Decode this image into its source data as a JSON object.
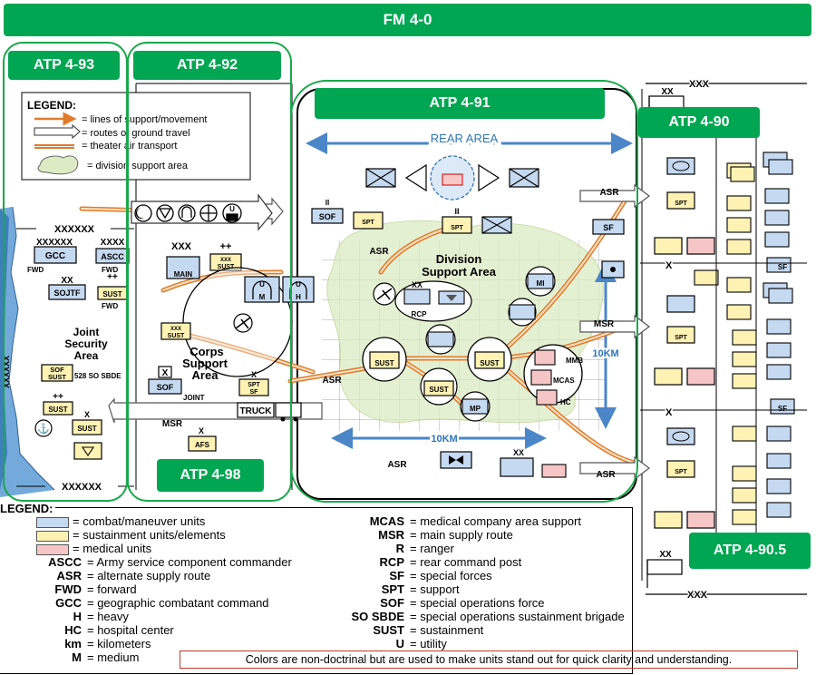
{
  "banners": {
    "fm": "FM 4-0",
    "atp_493": "ATP 4-93",
    "atp_492": "ATP 4-92",
    "atp_491": "ATP 4-91",
    "atp_490": "ATP 4-90",
    "atp_498": "ATP 4-98",
    "atp_4905": "ATP 4-90.5"
  },
  "top_legend": {
    "title": "LEGEND:",
    "items": [
      "= lines of support/movement",
      "= routes of ground travel",
      "= theater air transport",
      "= division support area"
    ]
  },
  "labels": {
    "rear_area": "REAR AREA",
    "division_support_area": [
      "Division",
      "Support Area"
    ],
    "corps_support_area": [
      "Corps",
      "Support",
      "Area"
    ],
    "joint_security_area": [
      "Joint",
      "Security",
      "Area"
    ],
    "ten_km_v": "10KM",
    "ten_km_h": "10KM",
    "truck": "TRUCK",
    "msr": "MSR",
    "asr": "ASR",
    "rcp": "RCP",
    "joint": "JOINT",
    "so_sbde_528": "528 SO SBDE",
    "echelon_xxxxxx": "XXXXXX",
    "echelon_xxxx": "XXXX",
    "echelon_xxx": "XXX",
    "echelon_xx": "XX",
    "echelon_x": "X",
    "echelon_ii": "II",
    "echelon_plus": "++",
    "echelon_vertical": "XXXXXX"
  },
  "units": {
    "gcc": "GCC",
    "ascc": "ASCC",
    "fwd": "FWD",
    "sojtf": "SOJTF",
    "sust": "SUST",
    "sof": "SOF",
    "sof_sust": [
      "SOF",
      "SUST"
    ],
    "main": "MAIN",
    "spt": "SPT",
    "sf": "SF",
    "afs": "AFS",
    "mi": "MI",
    "mp": "MP",
    "mmb": "MMB",
    "mcas": "MCAS",
    "hc": "HC",
    "u": "U",
    "h": "H",
    "m": "M"
  },
  "bottom_legend": {
    "title": "LEGEND:",
    "swatches": [
      {
        "label": "= combat/maneuver units",
        "color": "#c5d9f1"
      },
      {
        "label": "= sustainment units/elements",
        "color": "#fff2b3"
      },
      {
        "label": "= medical units",
        "color": "#f6c6c6"
      }
    ],
    "left_terms": [
      {
        "term": "ASCC",
        "def": "= Army service component commander"
      },
      {
        "term": "ASR",
        "def": "= alternate supply route"
      },
      {
        "term": "FWD",
        "def": "= forward"
      },
      {
        "term": "GCC",
        "def": "= geographic combatant command"
      },
      {
        "term": "H",
        "def": "= heavy"
      },
      {
        "term": "HC",
        "def": "= hospital center"
      },
      {
        "term": "km",
        "def": "= kilometers"
      },
      {
        "term": "M",
        "def": "= medium"
      }
    ],
    "right_terms": [
      {
        "term": "MCAS",
        "def": "= medical company area support"
      },
      {
        "term": "MSR",
        "def": "= main supply route"
      },
      {
        "term": "R",
        "def": "= ranger"
      },
      {
        "term": "RCP",
        "def": "= rear command post"
      },
      {
        "term": "SF",
        "def": "= special forces"
      },
      {
        "term": "SPT",
        "def": "= support"
      },
      {
        "term": "SOF",
        "def": "= special operations force"
      },
      {
        "term": "SO SBDE",
        "def": "= special operations sustainment brigade"
      },
      {
        "term": "SUST",
        "def": "= sustainment"
      },
      {
        "term": "U",
        "def": "= utility"
      }
    ],
    "note": "Colors are non-doctrinal but are used to make units stand out for quick clarity and understanding."
  },
  "colors": {
    "banner_green": "#00a651",
    "zone_green": "#19a84a",
    "orange_line": "#e07b2a",
    "blue_arrow": "#4a86c8",
    "combat": "#c5d9f1",
    "sustainment": "#fff2b3",
    "medical": "#f6c6c6",
    "support_area": "#dcebc4"
  }
}
